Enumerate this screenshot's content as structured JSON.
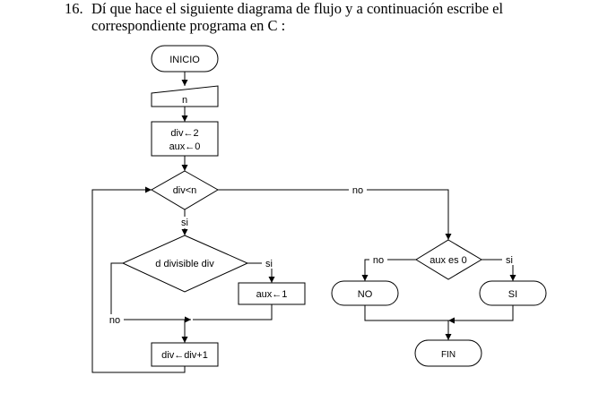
{
  "problem": {
    "number": "16.",
    "line1": "Dí que hace el siguiente diagrama de flujo y a continuación escribe el",
    "line2": "correspondiente programa en C :"
  },
  "flowchart": {
    "start": "INICIO",
    "input": "n",
    "init_line1": "div←2",
    "init_line2": "aux←0",
    "loop_condition": "div<n",
    "loop_yes": "si",
    "loop_no": "no",
    "divisible_condition": "d divisible div",
    "divisible_yes": "si",
    "divisible_no": "no",
    "set_aux": "aux←1",
    "increment": "div←div+1",
    "aux_condition": "aux es 0",
    "aux_no": "no",
    "aux_yes": "si",
    "output_no": "NO",
    "output_si": "SI",
    "end": "FIN"
  }
}
